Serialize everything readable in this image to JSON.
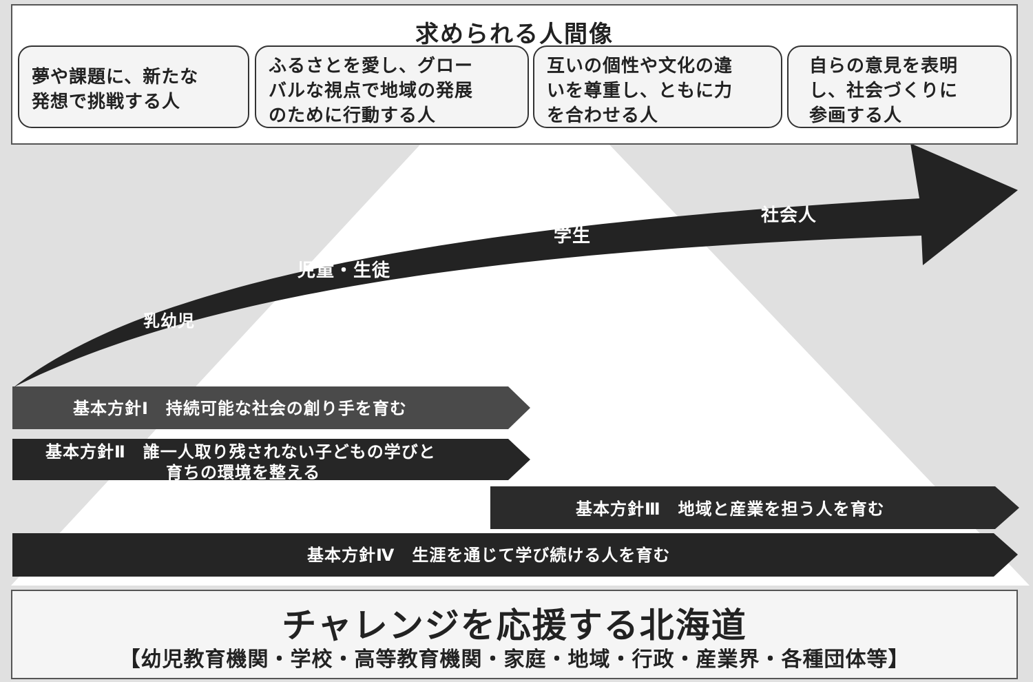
{
  "header": {
    "title": "求められる人間像",
    "traits": [
      "夢や課題に、新たな\n発想で挑戦する人",
      "ふるさとを愛し、グロー\nバルな視点で地域の発展\nのために行動する人",
      "互いの個性や文化の違\nいを尊重し、ともに力\nを合わせる人",
      "自らの意見を表明\nし、社会づくりに\n参画する人"
    ]
  },
  "growth_arrow": {
    "stages": [
      "乳幼児",
      "児童・生徒",
      "学生",
      "社会人"
    ]
  },
  "policies": [
    {
      "label": "基本方針Ⅰ　持続可能な社会の創り手を育む"
    },
    {
      "label": "基本方針Ⅱ　誰一人取り残されない子どもの学びと\n　　　　　　　育ちの環境を整える"
    },
    {
      "label": "基本方針Ⅲ　地域と産業を担う人を育む"
    },
    {
      "label": "基本方針Ⅳ　生涯を通じて学び続ける人を育む"
    }
  ],
  "footer": {
    "title": "チャレンジを応援する北海道",
    "subtitle": "【幼児教育機関・学校・高等教育機関・家庭・地域・行政・産業界・各種団体等】"
  },
  "colors": {
    "background": "#e0e0e0",
    "pyramid": "#ffffff",
    "arrow": "#232323",
    "policy1": "#4a4a4a",
    "policy_dark": "#262626"
  }
}
